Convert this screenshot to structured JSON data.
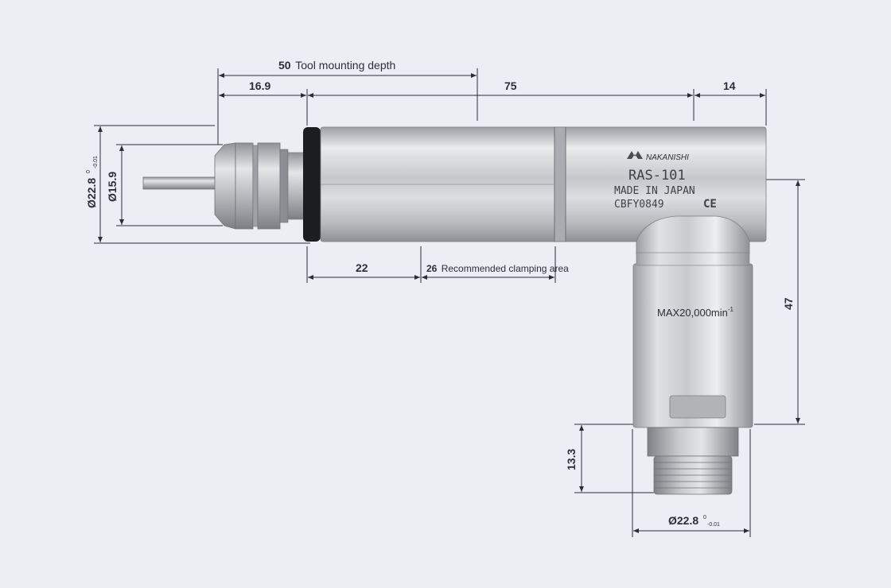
{
  "colors": {
    "background": "#edeef3",
    "dimension_line": "#2a2f37",
    "steel_light": "#e6e8ea",
    "steel_mid": "#b7bbbf",
    "steel_dark": "#7f8388",
    "ring_black": "#1c1d20"
  },
  "dimensions": {
    "tool_mounting": {
      "value": "50",
      "label": "Tool mounting depth"
    },
    "collet_length": "16.9",
    "body_length": "75",
    "head_length": "14",
    "outer_diameter": {
      "value": "Ø22.8",
      "tol_upper": "0",
      "tol_lower": "-0.01"
    },
    "collet_diameter": "Ø15.9",
    "clamp_offset": "22",
    "clamping_area": {
      "value": "26",
      "label": "Recommended clamping area"
    },
    "vertical_height": "47",
    "thread_length": "13.3",
    "bottom_diameter": {
      "value": "Ø22.8",
      "tol_upper": "0",
      "tol_lower": "-0.01"
    }
  },
  "markings": {
    "brand": "NAKANISHI",
    "model": "RAS-101",
    "origin": "MADE IN JAPAN",
    "serial": "CBFY0849",
    "ce": "CE",
    "max_speed": "MAX20,000min",
    "max_speed_sup": "-1"
  },
  "icons": [
    "nakanishi-logo-icon",
    "ce-mark-icon"
  ]
}
